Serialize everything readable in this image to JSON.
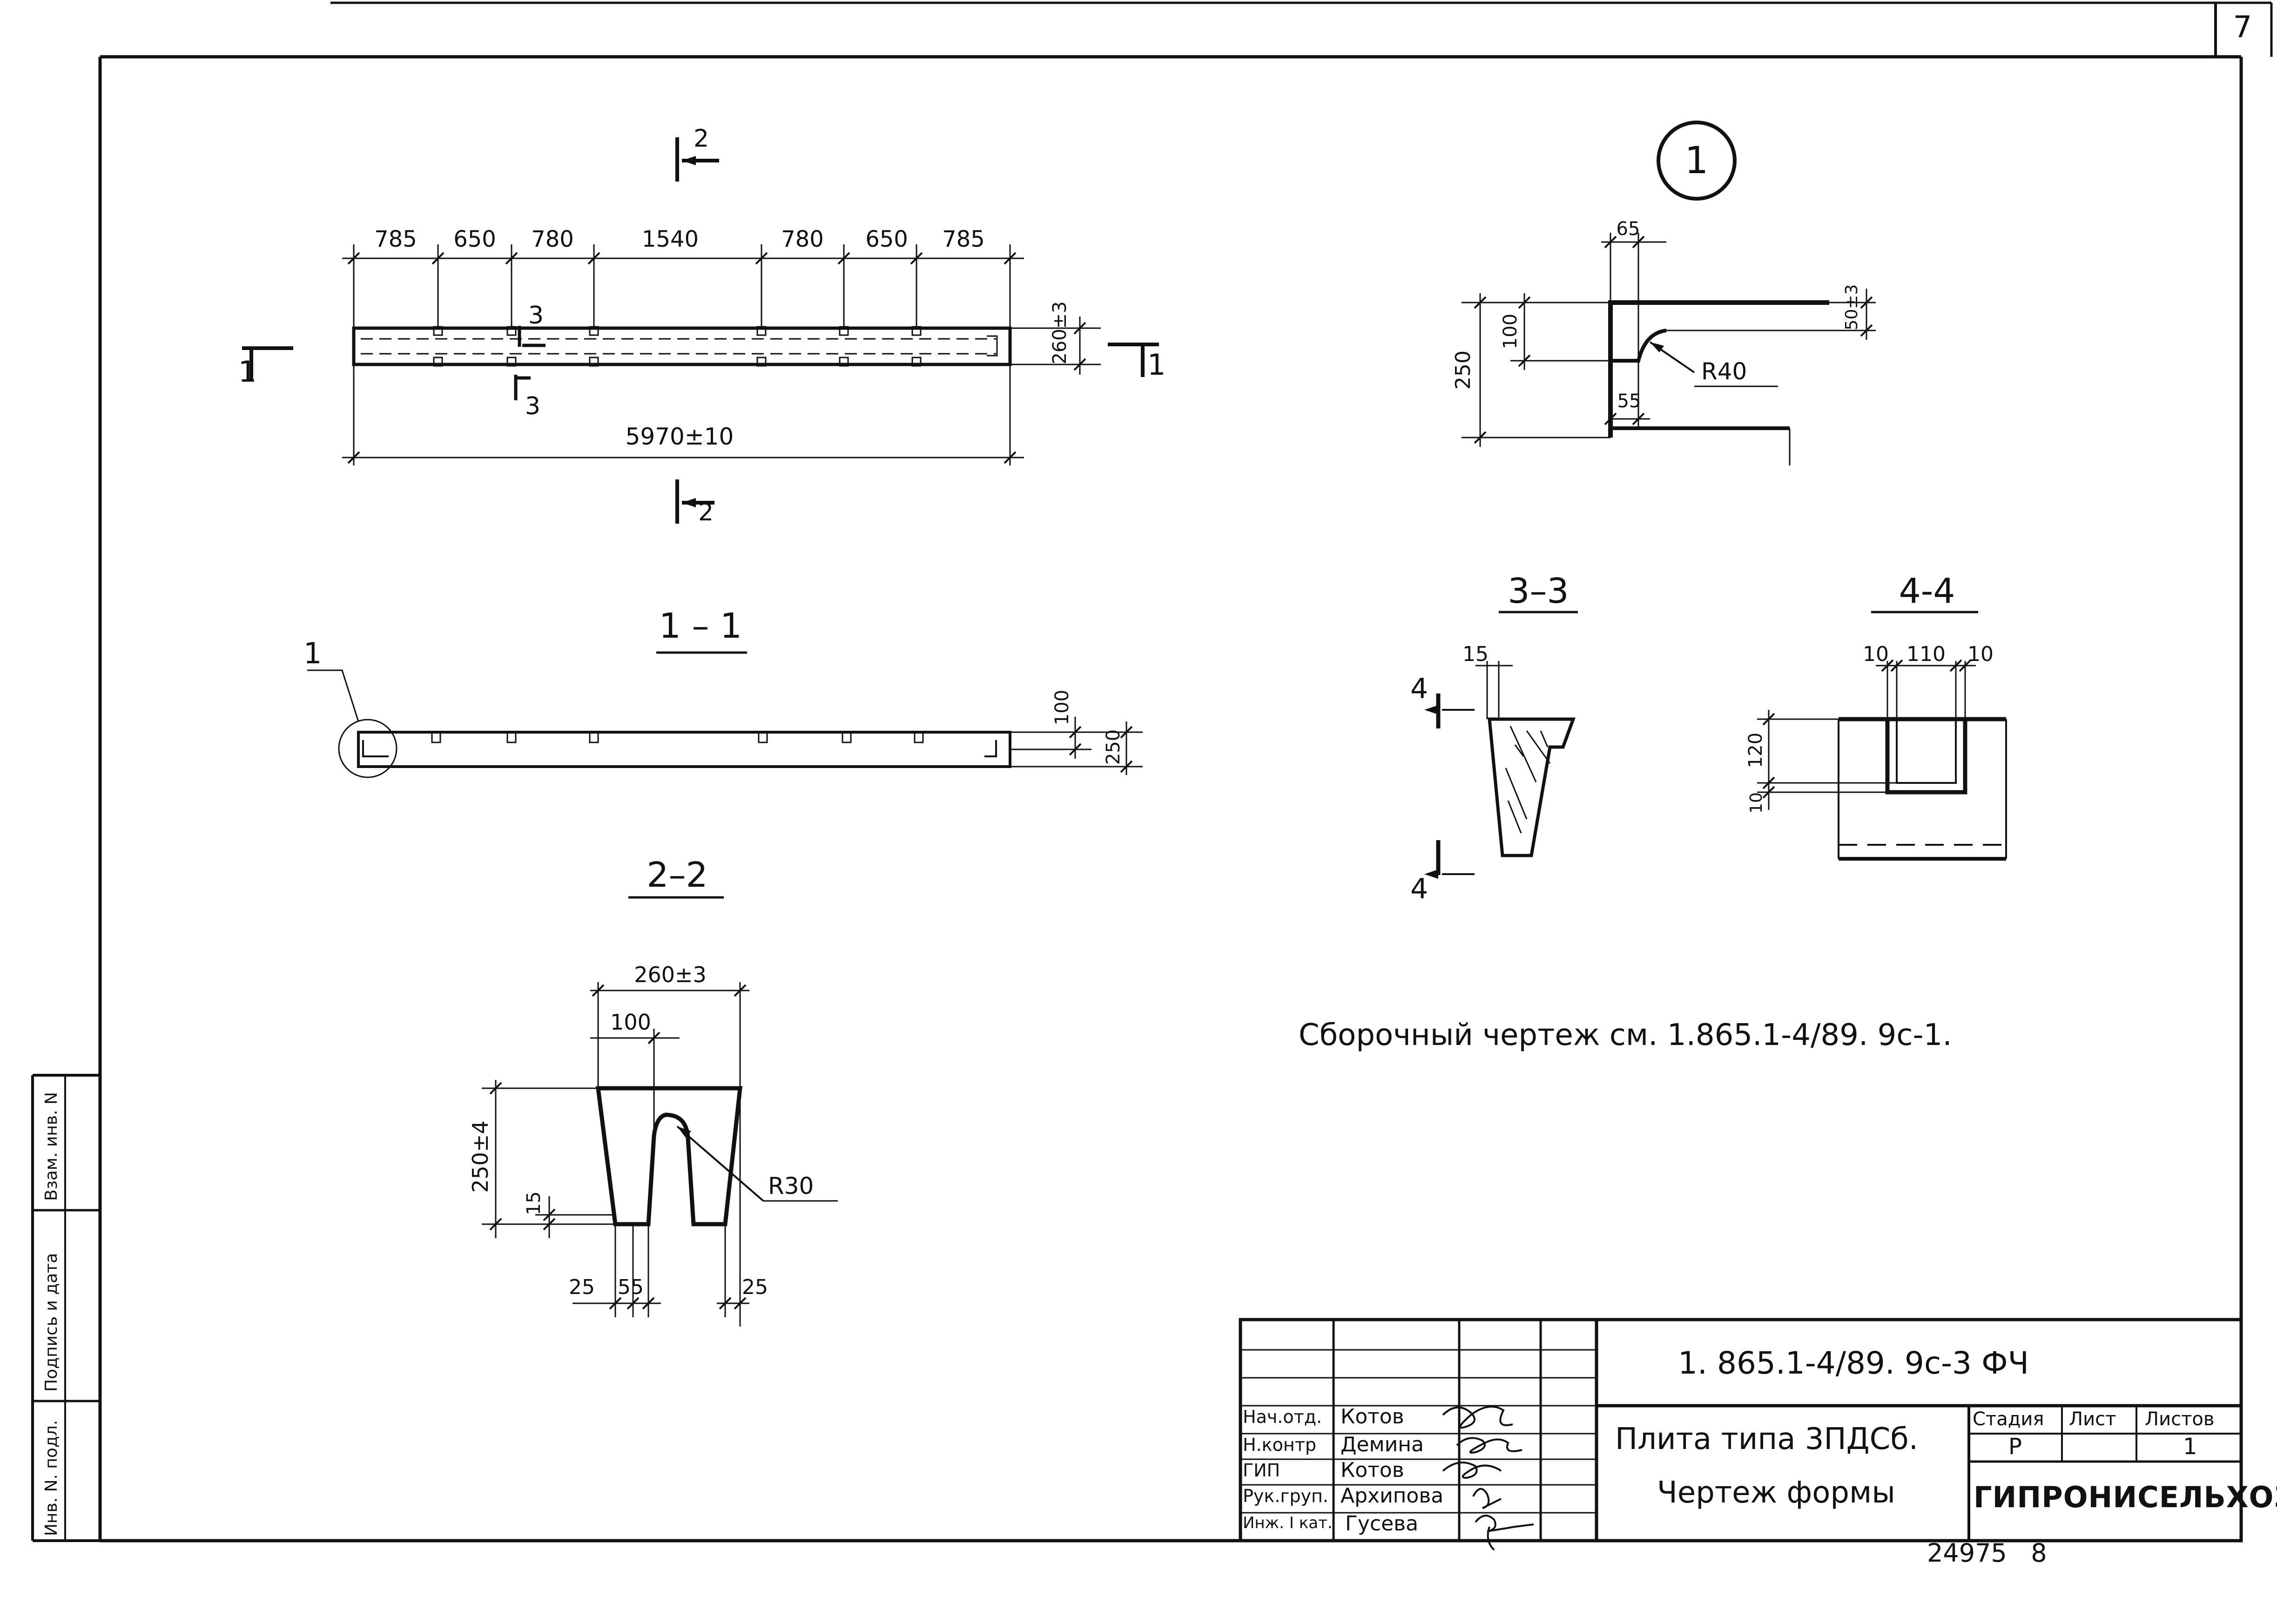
{
  "sheet_number": "7",
  "plan_view": {
    "dims_top": [
      "785",
      "650",
      "780",
      "1540",
      "780",
      "650",
      "785"
    ],
    "dim_height": "260±3",
    "dim_length": "5970±10",
    "cut_labels": {
      "s1_left": "1",
      "s1_right": "1",
      "s2_top": "2",
      "s2_bottom": "2",
      "s3_top": "3",
      "s3_bottom": "3"
    }
  },
  "section_1_1": {
    "title": "1 – 1",
    "callout": "1",
    "dim_a": "100",
    "dim_b": "250"
  },
  "section_2_2": {
    "title": "2–2",
    "dim_width": "260±3",
    "dim_inner": "100",
    "dim_height": "250±4",
    "dim_15": "15",
    "radius": "R30",
    "dim_25_left": "25",
    "dim_55": "55",
    "dim_25_right": "25"
  },
  "node_1": {
    "label": "1",
    "dim_65": "65",
    "dim_100": "100",
    "dim_250": "250",
    "dim_55": "55",
    "radius": "R40",
    "dim_50": "50±3"
  },
  "section_3_3": {
    "title": "3–3",
    "dim_15": "15",
    "cut_label_top": "4",
    "cut_label_bottom": "4"
  },
  "section_4_4": {
    "title": "4-4",
    "dim_10_left": "10",
    "dim_110": "110",
    "dim_10_right": "10",
    "dim_120": "120",
    "dim_10": "10"
  },
  "note": "Сборочный чертеж см. 1.865.1-4/89. 9с-1.",
  "side_stamp": {
    "col1": "Инв. N. подл.",
    "col2": "Подпись и дата",
    "col3": "Взам. инв. N"
  },
  "title_block": {
    "doc_code": "1. 865.1-4/89. 9с-3 ФЧ",
    "title_line1": "Плита типа 3ПДСб.",
    "title_line2": "Чертеж формы",
    "stage_header": "Стадия",
    "sheet_header": "Лист",
    "sheets_header": "Листов",
    "stage_value": "Р",
    "sheet_value": "",
    "sheets_value": "1",
    "organization": "ГИПРОНИСЕЛЬХОЗ",
    "roles": [
      {
        "role": "Нач.отд.",
        "name": "Котов"
      },
      {
        "role": "Н.контр",
        "name": "Демина"
      },
      {
        "role": "ГИП",
        "name": "Котов"
      },
      {
        "role": "Рук.груп.",
        "name": "Архипова"
      },
      {
        "role": "Инж. I кат.",
        "name": "Гусева"
      }
    ]
  },
  "footer_number": "24975   8"
}
